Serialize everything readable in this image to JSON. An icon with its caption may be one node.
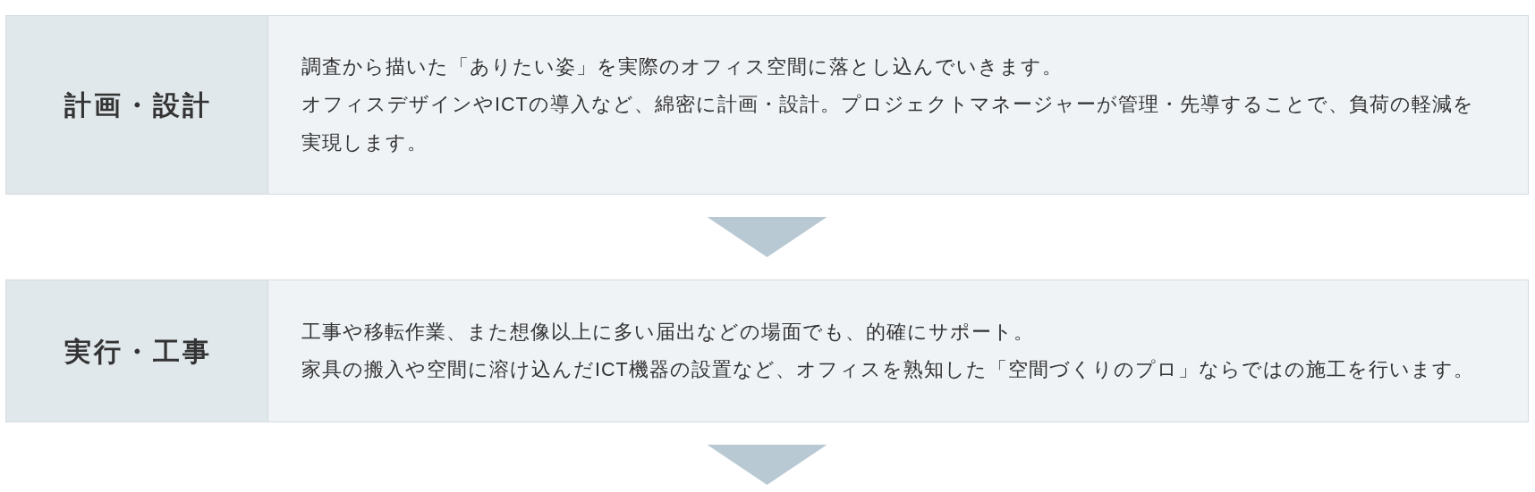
{
  "diagram": {
    "nodes": [
      {
        "text": [
          "計画・設計",
          "調査から描いた「ありたい姿」を実際のオフィス空間に落とし込んでいきます。",
          "オフィスデザインやICTの導入など、綿密に計画・設計。プロジェクトマネージャーが管理・先導することで、負荷の軽減を実現します。"
        ]
      },
      {
        "text": [
          "実行・工事",
          "工事や移転作業、また想像以上に多い届出などの場面でも、的確にサポート。",
          "家具の搬入や空間に溶け込んだICT機器の設置など、オフィスを熟知した「空間づくりのプロ」ならではの施工を行います。"
        ]
      }
    ],
    "edges": [
      {
        "from": 0,
        "to": 1,
        "arrow": "to"
      },
      {
        "from": 1,
        "to": null,
        "arrow": "to"
      }
    ]
  }
}
